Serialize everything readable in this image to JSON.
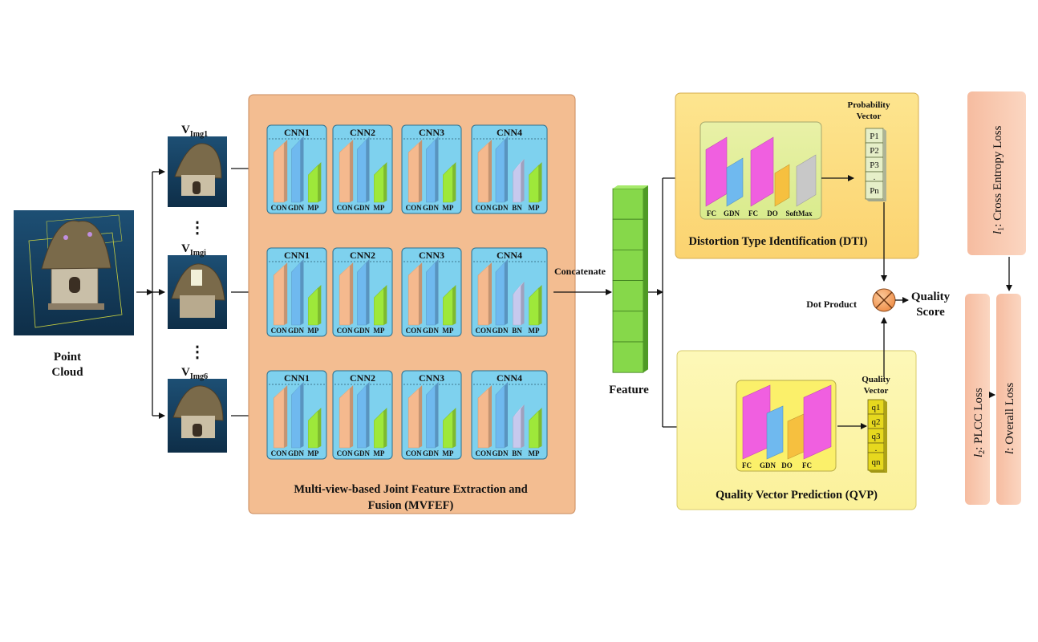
{
  "input": {
    "point_cloud_label_line1": "Point",
    "point_cloud_label_line2": "Cloud",
    "views": [
      {
        "label": "V",
        "sub": "Img1"
      },
      {
        "label": "V",
        "sub": "Imgi"
      },
      {
        "label": "V",
        "sub": "Img6"
      }
    ],
    "ellipsis": "⋮"
  },
  "mvfef": {
    "title_line1": "Multi-view-based Joint Feature Extraction and",
    "title_line2": "Fusion (MVFEF)",
    "cnn_titles": [
      "CNN1",
      "CNN2",
      "CNN3",
      "CNN4"
    ],
    "cnn_layers": [
      [
        "CON",
        "GDN",
        "MP"
      ],
      [
        "CON",
        "GDN",
        "MP"
      ],
      [
        "CON",
        "GDN",
        "MP"
      ],
      [
        "CON",
        "GDN",
        "BN",
        "MP"
      ]
    ]
  },
  "fusion": {
    "concatenate_label": "Concatenate",
    "feature_label": "Feature"
  },
  "dti": {
    "title": "Distortion Type Identification (DTI)",
    "layers": [
      "FC",
      "GDN",
      "FC",
      "DO",
      "SoftMax"
    ],
    "vector_title_line1": "Probability",
    "vector_title_line2": "Vector",
    "vector_cells": [
      "P1",
      "P2",
      "P3",
      ".",
      "Pn"
    ]
  },
  "qvp": {
    "title": "Quality Vector Prediction (QVP)",
    "layers": [
      "FC",
      "GDN",
      "DO",
      "FC"
    ],
    "vector_title_line1": "Quality",
    "vector_title_line2": "Vector",
    "vector_cells": [
      "q1",
      "q2",
      "q3",
      ".",
      "qn"
    ]
  },
  "output": {
    "dot_product_label": "Dot Product",
    "score_line1": "Quality",
    "score_line2": "Score"
  },
  "losses": {
    "l1": {
      "symbol": "l",
      "sub": "1",
      "text": ": Cross Entropy Loss"
    },
    "l2": {
      "symbol": "l",
      "sub": "2",
      "text": ": PLCC Loss"
    },
    "l": {
      "symbol": "l",
      "sub": "",
      "text": ": Overall Loss"
    }
  },
  "colors": {
    "mvfef_panel": "#f3bd91",
    "cnn_box": "#7ed1ee",
    "con_layer": "#f5b98e",
    "gdn_layer": "#6fb9ef",
    "bn_layer": "#c7c9ee",
    "mp_layer": "#9ee83a",
    "feature_green": "#86d84a",
    "fc_pink": "#f05fe0",
    "do_orange": "#f6c03f",
    "softmax_gray": "#c8c8c8",
    "dti_panel": "#fde28e",
    "qvp_panel": "#fdf6a8",
    "loss_box": "#f8c9ad",
    "dot_product": "#f4a261"
  }
}
